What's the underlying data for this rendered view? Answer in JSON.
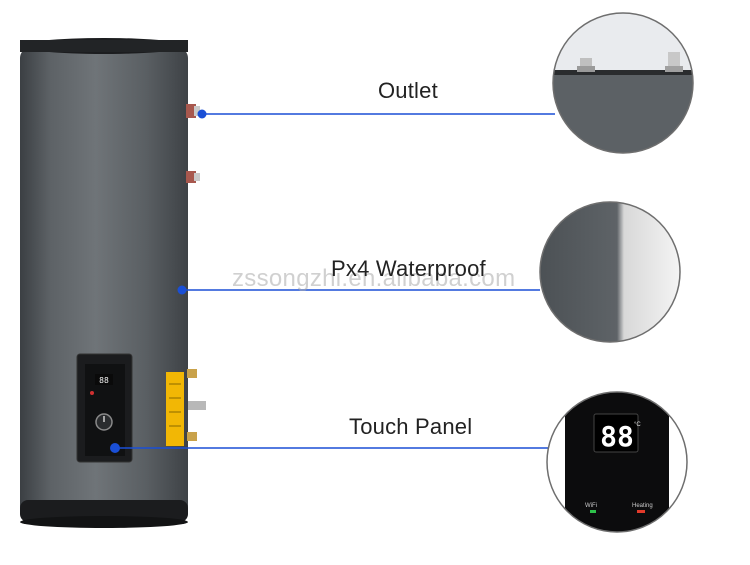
{
  "callouts": [
    {
      "label": "Outlet"
    },
    {
      "label": "Px4 Waterproof"
    },
    {
      "label": "Touch Panel"
    }
  ],
  "watermark": "zssongzhi.en.alibaba.com",
  "panel": {
    "display_digits": "88",
    "degree_unit": "°C",
    "wifi_label": "WiFi",
    "heating_label": "Heating"
  },
  "small_panel": {
    "display_digits": "88"
  },
  "colors": {
    "tank_body": "#5b6064",
    "tank_highlight": "#7a7f83",
    "callout_line": "#1a4fd6",
    "callout_dot": "#1a4fd6",
    "warning_label": "#f2b705"
  }
}
